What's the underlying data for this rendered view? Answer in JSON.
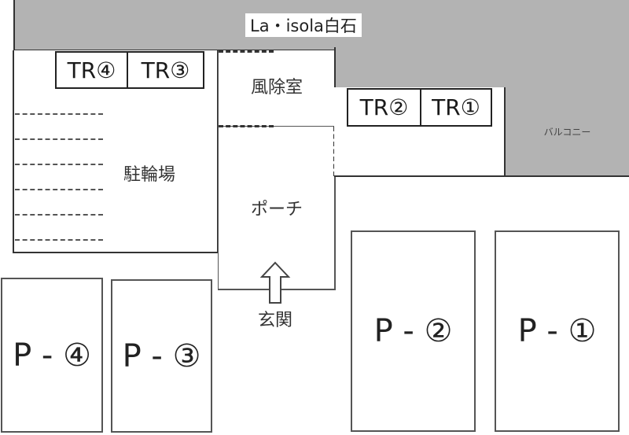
{
  "building": {
    "name": "La・isola白石",
    "colors": {
      "building_fill": "#b3b3b3",
      "outline": "#333333",
      "background": "#ffffff"
    }
  },
  "rooms": {
    "wind_room": "風除室",
    "porch": "ポーチ",
    "bicycle_parking": "駐輪場",
    "balcony": "バルコニー",
    "entrance": "玄関"
  },
  "trash_rooms": [
    {
      "id": "TR4",
      "label": "TR④"
    },
    {
      "id": "TR3",
      "label": "TR③"
    },
    {
      "id": "TR2",
      "label": "TR②"
    },
    {
      "id": "TR1",
      "label": "TR①"
    }
  ],
  "parking": [
    {
      "id": "P4",
      "label": "P - ④"
    },
    {
      "id": "P3",
      "label": "P - ③"
    },
    {
      "id": "P2",
      "label": "P - ②"
    },
    {
      "id": "P1",
      "label": "P - ①"
    }
  ],
  "icons": {
    "entrance_arrow": "arrow-up-outline"
  }
}
